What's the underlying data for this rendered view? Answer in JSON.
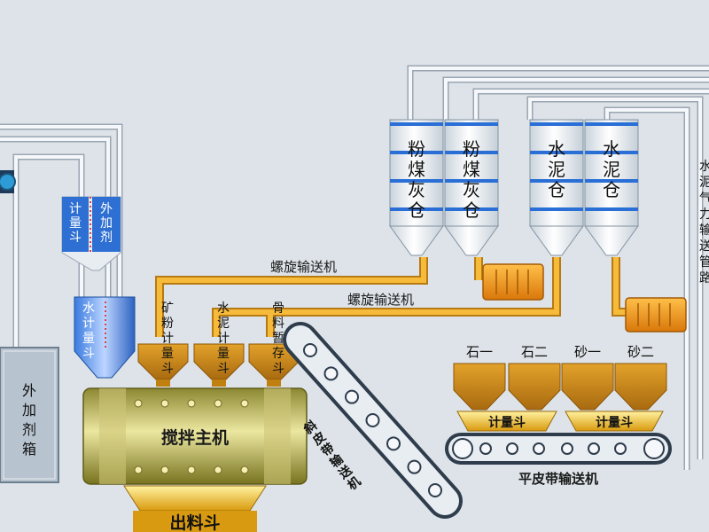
{
  "silos": [
    {
      "label": "粉煤灰仓"
    },
    {
      "label": "粉煤灰仓"
    },
    {
      "label": "水泥仓"
    },
    {
      "label": "水泥仓"
    }
  ],
  "conveyors": {
    "screw_1": "螺旋输送机",
    "screw_2": "螺旋输送机",
    "inclined_belt": "斜皮带输送机",
    "flat_belt": "平皮带输送机"
  },
  "pneumatic_pipe": "水泥气力输送管路",
  "additive": {
    "metering_hopper": "计量斗",
    "agent": "外加剂",
    "tank": "外加剂箱"
  },
  "water_metering_hopper": "水计量斗",
  "weigh_hoppers": [
    {
      "label": "矿粉计量斗"
    },
    {
      "label": "水泥计量斗"
    },
    {
      "label": "骨料暂存斗"
    }
  ],
  "mixer": "搅拌主机",
  "discharge_hopper": "出料斗",
  "aggregate_bins": [
    "石一",
    "石二",
    "砂一",
    "砂二"
  ],
  "metering_labels": [
    "计量斗",
    "计量斗"
  ],
  "colors": {
    "background": "#dde3e8",
    "pipe": "#f5f7fa",
    "pipe_border": "#9aa6b2",
    "silo_band": "#2a6fd6",
    "orange": "#f2a51a",
    "mixer": "#c9c070",
    "water_hopper": "#2d6fd2"
  },
  "icons": [
    "motor-icon",
    "pump-icon"
  ]
}
